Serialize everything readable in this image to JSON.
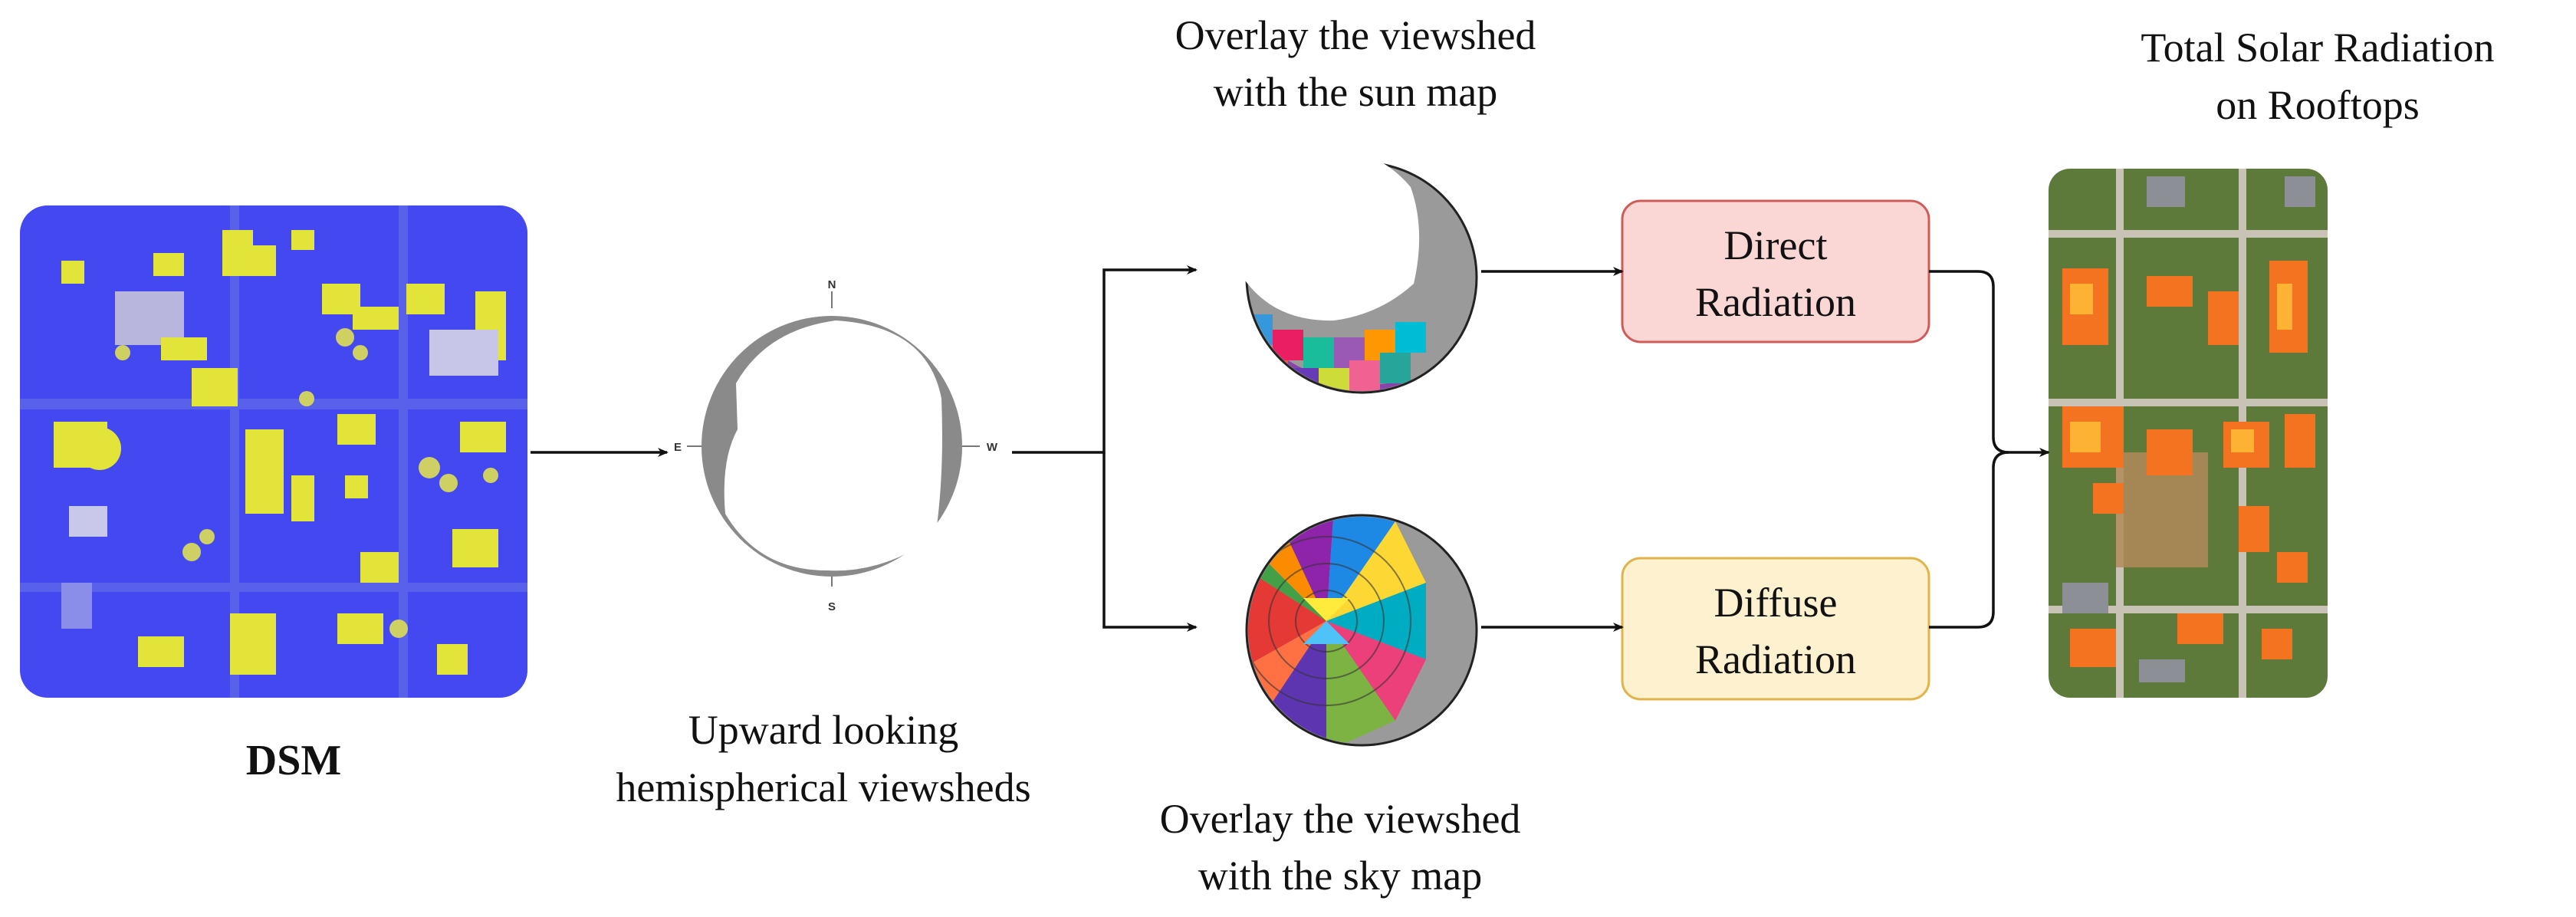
{
  "dsm": {
    "label": "DSM",
    "colors": {
      "background": "#3b3ff0",
      "buildings": "#e3e43a"
    }
  },
  "viewshed": {
    "caption_line1": "Upward looking",
    "caption_line2": "hemispherical viewsheds",
    "compass": {
      "north": "N",
      "south": "S",
      "east": "E",
      "west": "W"
    }
  },
  "sun_map": {
    "title_line1": "Overlay the viewshed",
    "title_line2": "with the sun map"
  },
  "sky_map": {
    "caption_line1": "Overlay the viewshed",
    "caption_line2": "with the sky map"
  },
  "direct": {
    "label_line1": "Direct",
    "label_line2": "Radiation",
    "colors": {
      "fill": "#fad7d5",
      "border": "#d05c58"
    }
  },
  "diffuse": {
    "label_line1": "Diffuse",
    "label_line2": "Radiation",
    "colors": {
      "fill": "#fdf1cf",
      "border": "#e0b44a"
    }
  },
  "result": {
    "title_line1": "Total Solar Radiation",
    "title_line2": "on Rooftops"
  }
}
